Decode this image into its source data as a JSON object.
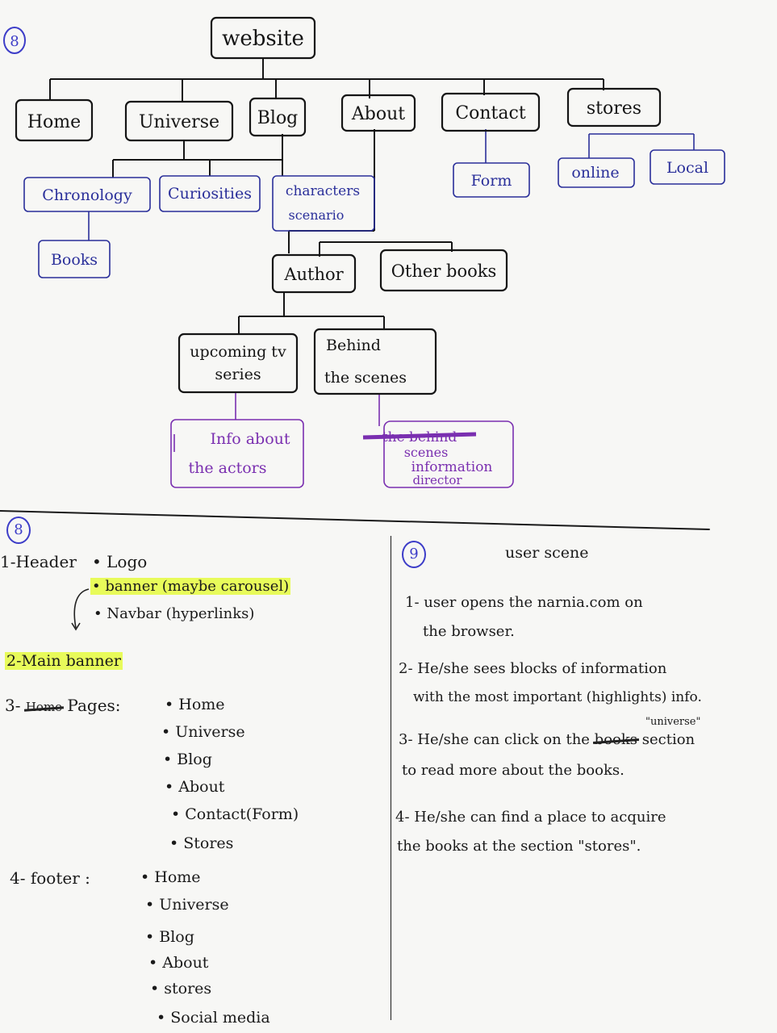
{
  "sitemap": {
    "section_number": "8",
    "root": "website",
    "top": [
      "Home",
      "Universe",
      "Blog",
      "About",
      "Contact",
      "stores"
    ],
    "universe_children": [
      "Chronology",
      "Curiosities"
    ],
    "blog_child_line1": "characters",
    "blog_child_line2": "scenario",
    "chronology_child": "Books",
    "contact_child": "Form",
    "stores_children": [
      "online",
      "Local"
    ],
    "about_children": [
      "Author",
      "Other books"
    ],
    "author_child_a_line1": "upcoming tv",
    "author_child_a_line2": "series",
    "author_child_b_line1": "Behind",
    "author_child_b_line2": "the scenes",
    "actors_line1": "Info about",
    "actors_line2": "the actors",
    "scenes_struck": "the behind",
    "scenes_line1": "scenes",
    "scenes_line2": "information",
    "scenes_line3": "director"
  },
  "layout_notes": {
    "section_number": "8",
    "header_label": "1-Header",
    "header_items": [
      "• Logo",
      "• banner (maybe carousel)",
      "• Navbar (hyperlinks)"
    ],
    "main_banner": "2-Main banner",
    "pages_prefix": "3-",
    "pages_struck": "Home",
    "pages_label": "Pages:",
    "pages_items": [
      "• Home",
      "• Universe",
      "• Blog",
      "• About",
      "• Contact(Form)",
      "• Stores"
    ],
    "footer_label": "4- footer :",
    "footer_items": [
      "• Home",
      "• Universe",
      "• Blog",
      "• About",
      "• stores",
      "• Social media"
    ]
  },
  "user_scene": {
    "section_number": "9",
    "title": "user scene",
    "step1_line1": "1- user opens the narnia.com on",
    "step1_line2": "the browser.",
    "step2_line1": "2- He/she sees blocks of information",
    "step2_line2": "with the most important (highlights) info.",
    "step3_note": "\"universe\"",
    "step3_line1_a": "3- He/she can click on the",
    "step3_struck": "books",
    "step3_line1_b": "section",
    "step3_line2": "to read more about the books.",
    "step4_line1": "4- He/she can find a place to acquire",
    "step4_line2": "the books at the section \"stores\"."
  }
}
